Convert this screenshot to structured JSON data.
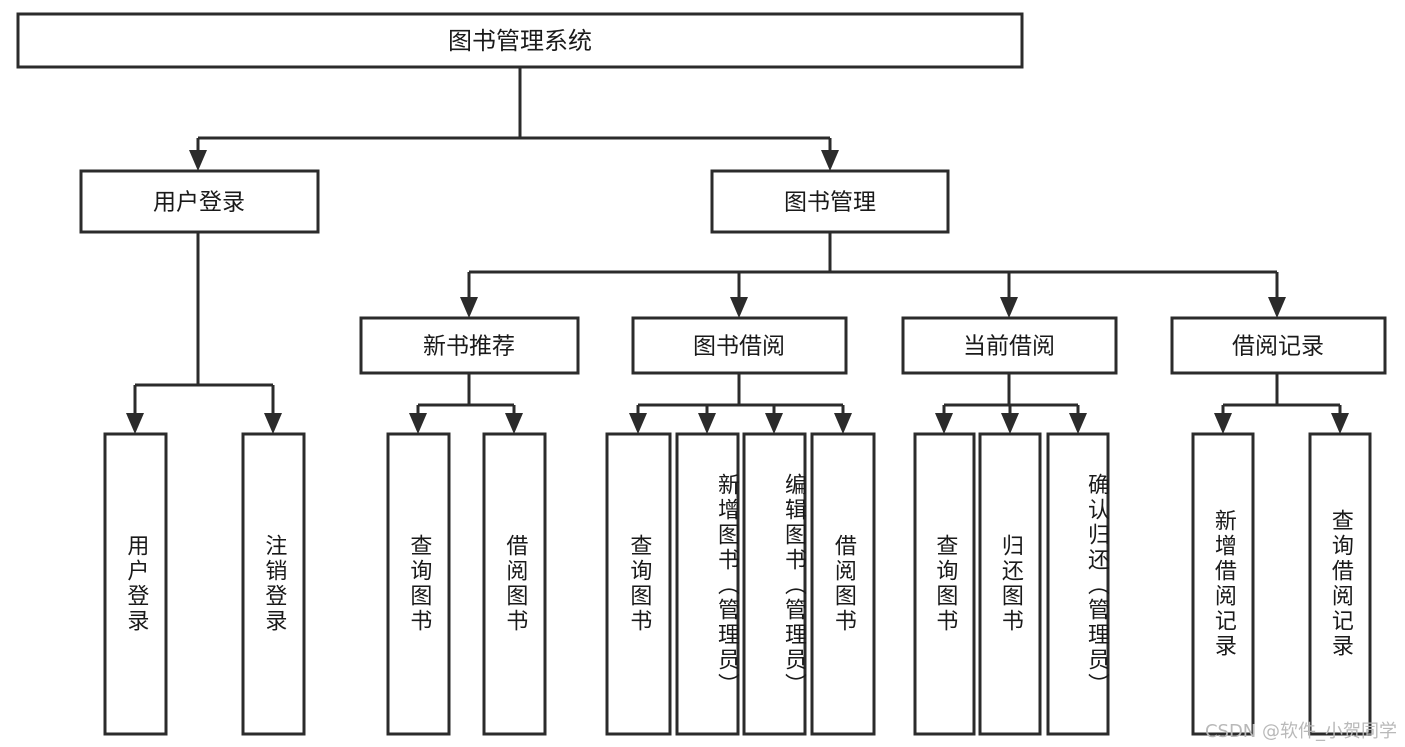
{
  "diagram": {
    "type": "tree",
    "title": "图书管理系统功能结构图",
    "root": {
      "id": "root",
      "label": "图书管理系统",
      "orientation": "horizontal"
    },
    "level2": [
      {
        "id": "user-login",
        "label": "用户登录",
        "orientation": "horizontal"
      },
      {
        "id": "book-manage",
        "label": "图书管理",
        "orientation": "horizontal"
      }
    ],
    "level3": [
      {
        "id": "new-book-recommend",
        "label": "新书推荐",
        "orientation": "horizontal",
        "parent": "book-manage"
      },
      {
        "id": "book-borrow",
        "label": "图书借阅",
        "orientation": "horizontal",
        "parent": "book-manage"
      },
      {
        "id": "current-borrow",
        "label": "当前借阅",
        "orientation": "horizontal",
        "parent": "book-manage"
      },
      {
        "id": "borrow-record",
        "label": "借阅记录",
        "orientation": "horizontal",
        "parent": "book-manage"
      }
    ],
    "leaves": [
      {
        "id": "leaf-user-login",
        "label": "用户登录",
        "parent": "user-login",
        "orientation": "vertical"
      },
      {
        "id": "leaf-user-logout",
        "label": "注销登录",
        "parent": "user-login",
        "orientation": "vertical"
      },
      {
        "id": "leaf-query-book-1",
        "label": "查询图书",
        "parent": "new-book-recommend",
        "orientation": "vertical"
      },
      {
        "id": "leaf-borrow-book-1",
        "label": "借阅图书",
        "parent": "new-book-recommend",
        "orientation": "vertical"
      },
      {
        "id": "leaf-query-book-2",
        "label": "查询图书",
        "parent": "book-borrow",
        "orientation": "vertical"
      },
      {
        "id": "leaf-add-book",
        "label": "新增图书（管理员）",
        "parent": "book-borrow",
        "orientation": "vertical"
      },
      {
        "id": "leaf-edit-book",
        "label": "编辑图书（管理员）",
        "parent": "book-borrow",
        "orientation": "vertical"
      },
      {
        "id": "leaf-borrow-book-2",
        "label": "借阅图书",
        "parent": "book-borrow",
        "orientation": "vertical"
      },
      {
        "id": "leaf-query-book-3",
        "label": "查询图书",
        "parent": "current-borrow",
        "orientation": "vertical"
      },
      {
        "id": "leaf-return-book",
        "label": "归还图书",
        "parent": "current-borrow",
        "orientation": "vertical"
      },
      {
        "id": "leaf-confirm-return",
        "label": "确认归还（管理员）",
        "parent": "current-borrow",
        "orientation": "vertical"
      },
      {
        "id": "leaf-add-record",
        "label": "新增借阅记录",
        "parent": "borrow-record",
        "orientation": "vertical"
      },
      {
        "id": "leaf-query-record",
        "label": "查询借阅记录",
        "parent": "borrow-record",
        "orientation": "vertical"
      }
    ],
    "colors": {
      "box_fill": "#ffffff",
      "box_stroke": "#2b2b2b",
      "text": "#1a1a1a",
      "background": "#ffffff",
      "watermark": "#b9b9b9"
    }
  },
  "watermark": {
    "text": "CSDN @软件_小贺同学"
  }
}
